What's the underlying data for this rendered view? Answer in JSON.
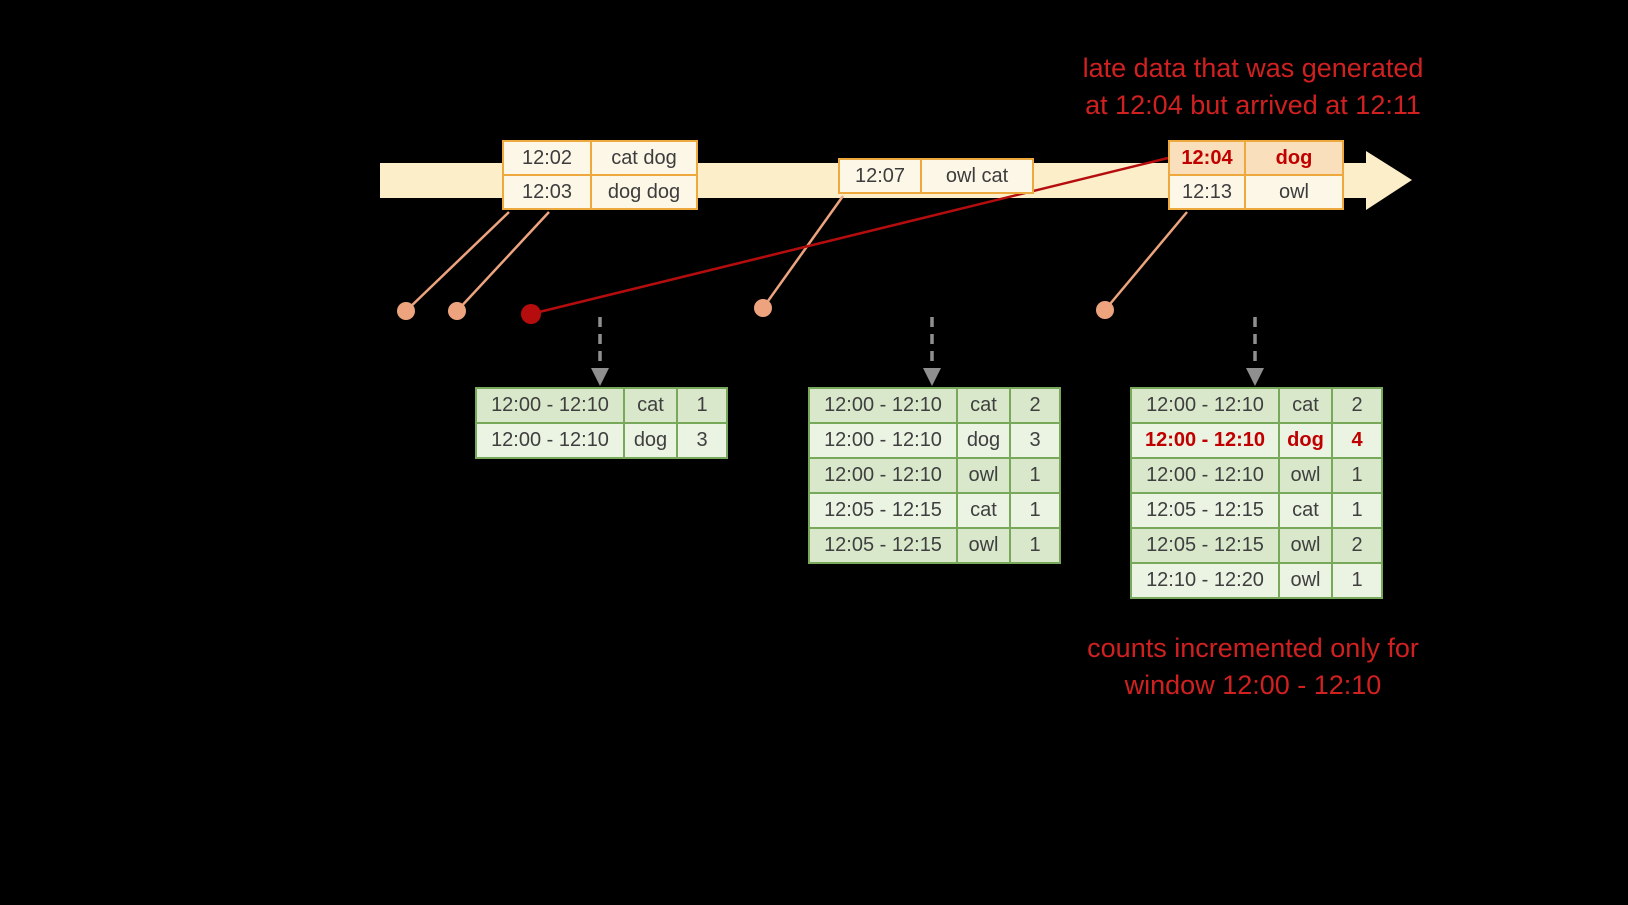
{
  "notes": {
    "late": {
      "line1": "late data that was generated",
      "line2": "at 12:04 but arrived at 12:11"
    },
    "counts": {
      "line1": "counts incremented only for",
      "line2": "window 12:00 - 12:10"
    }
  },
  "events": {
    "group1": {
      "rows": [
        {
          "time": "12:02",
          "words": "cat dog"
        },
        {
          "time": "12:03",
          "words": "dog dog"
        }
      ]
    },
    "group2": {
      "rows": [
        {
          "time": "12:07",
          "words": "owl cat"
        }
      ]
    },
    "group3": {
      "rows": [
        {
          "time": "12:04",
          "words": "dog"
        },
        {
          "time": "12:13",
          "words": "owl"
        }
      ]
    }
  },
  "results": {
    "table1": {
      "rows": [
        {
          "window": "12:00 - 12:10",
          "word": "cat",
          "count": "1"
        },
        {
          "window": "12:00 - 12:10",
          "word": "dog",
          "count": "3"
        }
      ]
    },
    "table2": {
      "rows": [
        {
          "window": "12:00 - 12:10",
          "word": "cat",
          "count": "2"
        },
        {
          "window": "12:00 - 12:10",
          "word": "dog",
          "count": "3"
        },
        {
          "window": "12:00 - 12:10",
          "word": "owl",
          "count": "1"
        },
        {
          "window": "12:05 - 12:15",
          "word": "cat",
          "count": "1"
        },
        {
          "window": "12:05 - 12:15",
          "word": "owl",
          "count": "1"
        }
      ]
    },
    "table3": {
      "rows": [
        {
          "window": "12:00 - 12:10",
          "word": "cat",
          "count": "2"
        },
        {
          "window": "12:00 - 12:10",
          "word": "dog",
          "count": "4"
        },
        {
          "window": "12:00 - 12:10",
          "word": "owl",
          "count": "1"
        },
        {
          "window": "12:05 - 12:15",
          "word": "cat",
          "count": "1"
        },
        {
          "window": "12:05 - 12:15",
          "word": "owl",
          "count": "2"
        },
        {
          "window": "12:10 - 12:20",
          "word": "owl",
          "count": "1"
        }
      ]
    }
  },
  "colors": {
    "background": "#000000",
    "timeline_fill": "#fbeec9",
    "event_border": "#eda83e",
    "event_fill": "#fdf7e8",
    "late_event_fill": "#fadfbc",
    "late_red": "#b50d0d",
    "red_text": "#c00000",
    "note_red": "#d02020",
    "result_border": "#78a85a",
    "result_row_a": "#d9e8cb",
    "result_row_b": "#ebf3e3",
    "connector_salmon": "#eda47e",
    "trigger_arrow_gray": "#8f8f8f"
  }
}
